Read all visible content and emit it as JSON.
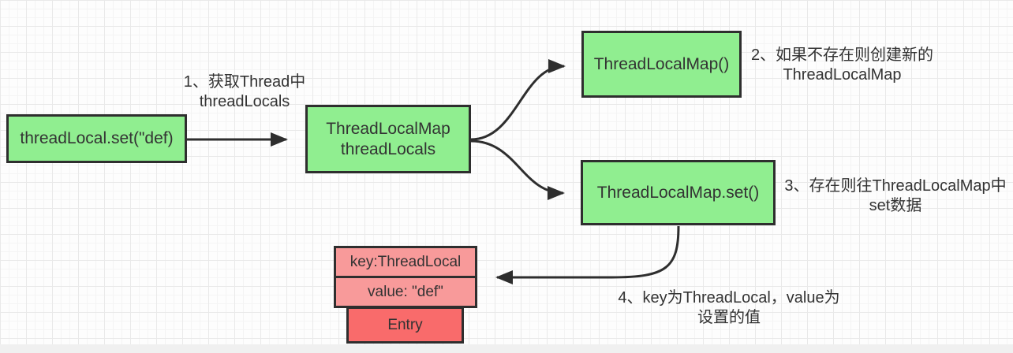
{
  "canvas": {
    "colors": {
      "node_green_fill": "#90ee90",
      "node_pink_fill": "#f89a9a",
      "node_red_fill": "#f96b6b",
      "stroke": "#2e2e2e",
      "grid_major": "#e9e9e9",
      "grid_minor": "#f4f4f4",
      "background": "#fdfdfd"
    }
  },
  "nodes": {
    "threadlocal_set": {
      "label": "threadLocal.set(\"def)"
    },
    "threadlocalmap": {
      "line1": "ThreadLocalMap",
      "line2": "threadLocals"
    },
    "threadlocalmap_ctor": {
      "label": "ThreadLocalMap()"
    },
    "threadlocalmap_setfn": {
      "label": "ThreadLocalMap.set()"
    },
    "entry_key": {
      "label": "key:ThreadLocal"
    },
    "entry_value": {
      "label": "value: \"def\""
    },
    "entry": {
      "label": "Entry"
    }
  },
  "annotations": {
    "step1": {
      "line1": "1、获取Thread中",
      "line2": "threadLocals"
    },
    "step2": {
      "line1": "2、如果不存在则创建新的",
      "line2": "ThreadLocalMap"
    },
    "step3": {
      "line1": "3、存在则往ThreadLocalMap中",
      "line2": "set数据"
    },
    "step4": {
      "line1": "4、key为ThreadLocal，value为",
      "line2": "设置的值"
    }
  }
}
